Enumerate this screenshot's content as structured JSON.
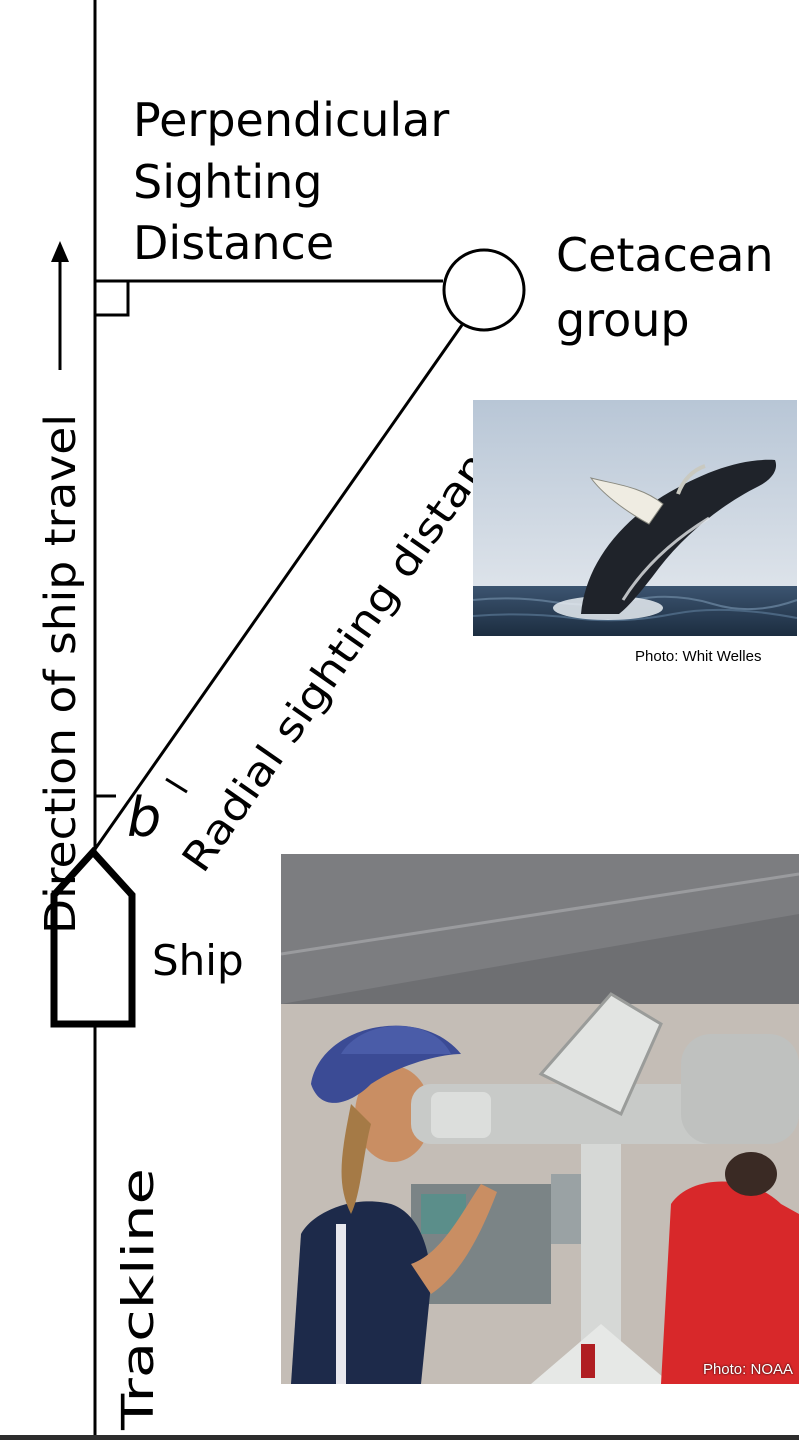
{
  "diagram": {
    "perpendicular_label": [
      "Perpendicular",
      "Sighting",
      "Distance"
    ],
    "cetacean_label": [
      "Cetacean",
      "group"
    ],
    "radial_label": "Radial sighting distance",
    "direction_label": "Direction of ship travel",
    "angle_label": "b",
    "ship_label": "Ship",
    "trackline_label": "Trackline"
  },
  "photos": {
    "whale": {
      "credit": "Photo: Whit Welles"
    },
    "observer": {
      "credit": "Photo: NOAA"
    }
  },
  "colors": {
    "line": "#000000",
    "sky": "#c9d3de",
    "sea": "#2a3f57"
  }
}
